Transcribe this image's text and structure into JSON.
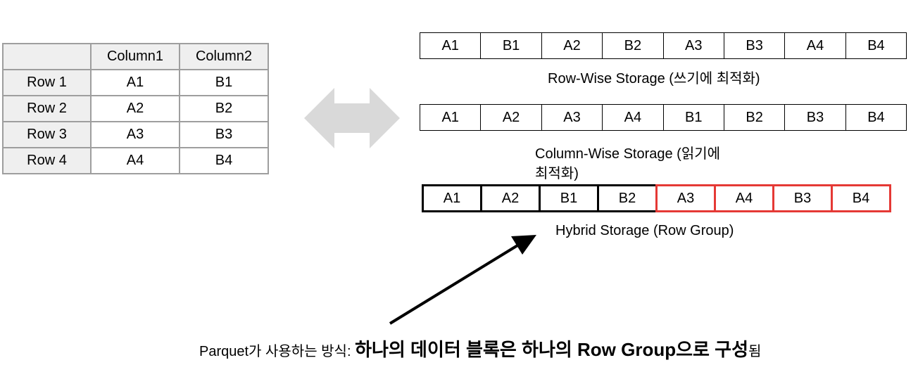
{
  "table": {
    "header": [
      "",
      "Column1",
      "Column2"
    ],
    "rows": [
      [
        "Row 1",
        "A1",
        "B1"
      ],
      [
        "Row 2",
        "A2",
        "B2"
      ],
      [
        "Row 3",
        "A3",
        "B3"
      ],
      [
        "Row 4",
        "A4",
        "B4"
      ]
    ]
  },
  "row_wise": {
    "cells": [
      "A1",
      "B1",
      "A2",
      "B2",
      "A3",
      "B3",
      "A4",
      "B4"
    ],
    "caption": "Row-Wise Storage (쓰기에 최적화)"
  },
  "column_wise": {
    "cells": [
      "A1",
      "A2",
      "A3",
      "A4",
      "B1",
      "B2",
      "B3",
      "B4"
    ],
    "caption_line1": "Column-Wise Storage  (읽기에",
    "caption_line2": "최적화)"
  },
  "hybrid": {
    "cells": [
      "A1",
      "A2",
      "B1",
      "B2",
      "A3",
      "A4",
      "B3",
      "B4"
    ],
    "caption": "Hybrid Storage (Row Group)",
    "group_colors": [
      "#000000",
      "#e53935"
    ]
  },
  "note": {
    "part1": "Parquet가 사용하는 방식: ",
    "part2": "하나의 데이터 블록은 하나의 Row Group으로 구성",
    "part3": "됨"
  },
  "colors": {
    "grid": "#9e9e9e",
    "header_fill": "#efefef",
    "arrow_fill": "#d9d9d9",
    "highlight": "#e53935"
  }
}
